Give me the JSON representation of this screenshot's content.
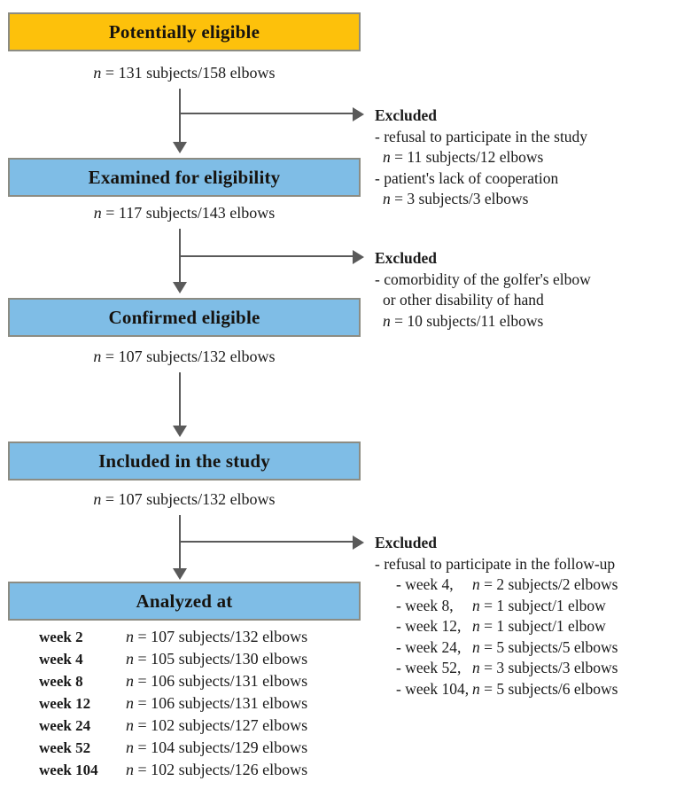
{
  "figure": {
    "type": "study-flow-diagram",
    "colors": {
      "orange_box": "#FDC10B",
      "blue_box": "#7FBDE6",
      "box_border": "#8C8C83",
      "arrow": "#5A5A5A",
      "text": "#1A1A1A",
      "background": "#FFFFFF"
    }
  },
  "nodes": [
    {
      "id": "potentially-eligible",
      "label": "Potentially eligible",
      "color": "orange",
      "caption_n": "n",
      "caption_rest": " = 131 subjects/158 elbows"
    },
    {
      "id": "examined-for-eligibility",
      "label": "Examined for eligibility",
      "color": "blue",
      "caption_n": "n",
      "caption_rest": " = 117 subjects/143 elbows"
    },
    {
      "id": "confirmed-eligible",
      "label": "Confirmed eligible",
      "color": "blue",
      "caption_n": "n",
      "caption_rest": " = 107 subjects/132 elbows"
    },
    {
      "id": "included-in-the-study",
      "label": "Included in the study",
      "color": "blue",
      "caption_n": "n",
      "caption_rest": " = 107 subjects/132 elbows"
    },
    {
      "id": "analyzed-at",
      "label": "Analyzed at",
      "color": "blue"
    }
  ],
  "excluded_blocks": [
    {
      "id": "excluded-1",
      "title": "Excluded",
      "lines": [
        {
          "text": "- refusal to participate in the study",
          "indent": 0
        },
        {
          "n": "n",
          "text": " = 11 subjects/12 elbows",
          "indent": 1
        },
        {
          "text": "- patient's lack of cooperation",
          "indent": 0
        },
        {
          "n": "n",
          "text": " = 3 subjects/3 elbows",
          "indent": 1
        }
      ]
    },
    {
      "id": "excluded-2",
      "title": "Excluded",
      "lines": [
        {
          "text": "- comorbidity of the golfer's elbow",
          "indent": 0
        },
        {
          "text": "or other disability of hand",
          "indent": 1
        },
        {
          "n": "n",
          "text": " = 10 subjects/11 elbows",
          "indent": 1
        }
      ]
    },
    {
      "id": "excluded-3",
      "title": "Excluded",
      "lines": [
        {
          "text": "- refusal to participate in the follow-up",
          "indent": 0
        }
      ],
      "followup_rows": [
        {
          "label": "- week 4,",
          "n": "n",
          "value": " = 2 subjects/2 elbows"
        },
        {
          "label": "- week 8,",
          "n": "n",
          "value": " = 1 subject/1 elbow"
        },
        {
          "label": "- week 12,",
          "n": "n",
          "value": " = 1 subject/1 elbow"
        },
        {
          "label": "- week 24,",
          "n": "n",
          "value": " = 5 subjects/5 elbows"
        },
        {
          "label": "- week 52,",
          "n": "n",
          "value": " = 3 subjects/3 elbows"
        },
        {
          "label": "- week 104,",
          "n": "n",
          "value": " = 5 subjects/6 elbows"
        }
      ]
    }
  ],
  "analyzed_at_rows": [
    {
      "week": "week 2",
      "n": "n",
      "value": " = 107 subjects/132 elbows"
    },
    {
      "week": "week 4",
      "n": "n",
      "value": " = 105 subjects/130 elbows"
    },
    {
      "week": "week 8",
      "n": "n",
      "value": " = 106 subjects/131 elbows"
    },
    {
      "week": "week 12",
      "n": "n",
      "value": " = 106 subjects/131 elbows"
    },
    {
      "week": "week 24",
      "n": "n",
      "value": " = 102 subjects/127 elbows"
    },
    {
      "week": "week 52",
      "n": "n",
      "value": " = 104 subjects/129 elbows"
    },
    {
      "week": "week 104",
      "n": "n",
      "value": " = 102 subjects/126 elbows"
    }
  ]
}
